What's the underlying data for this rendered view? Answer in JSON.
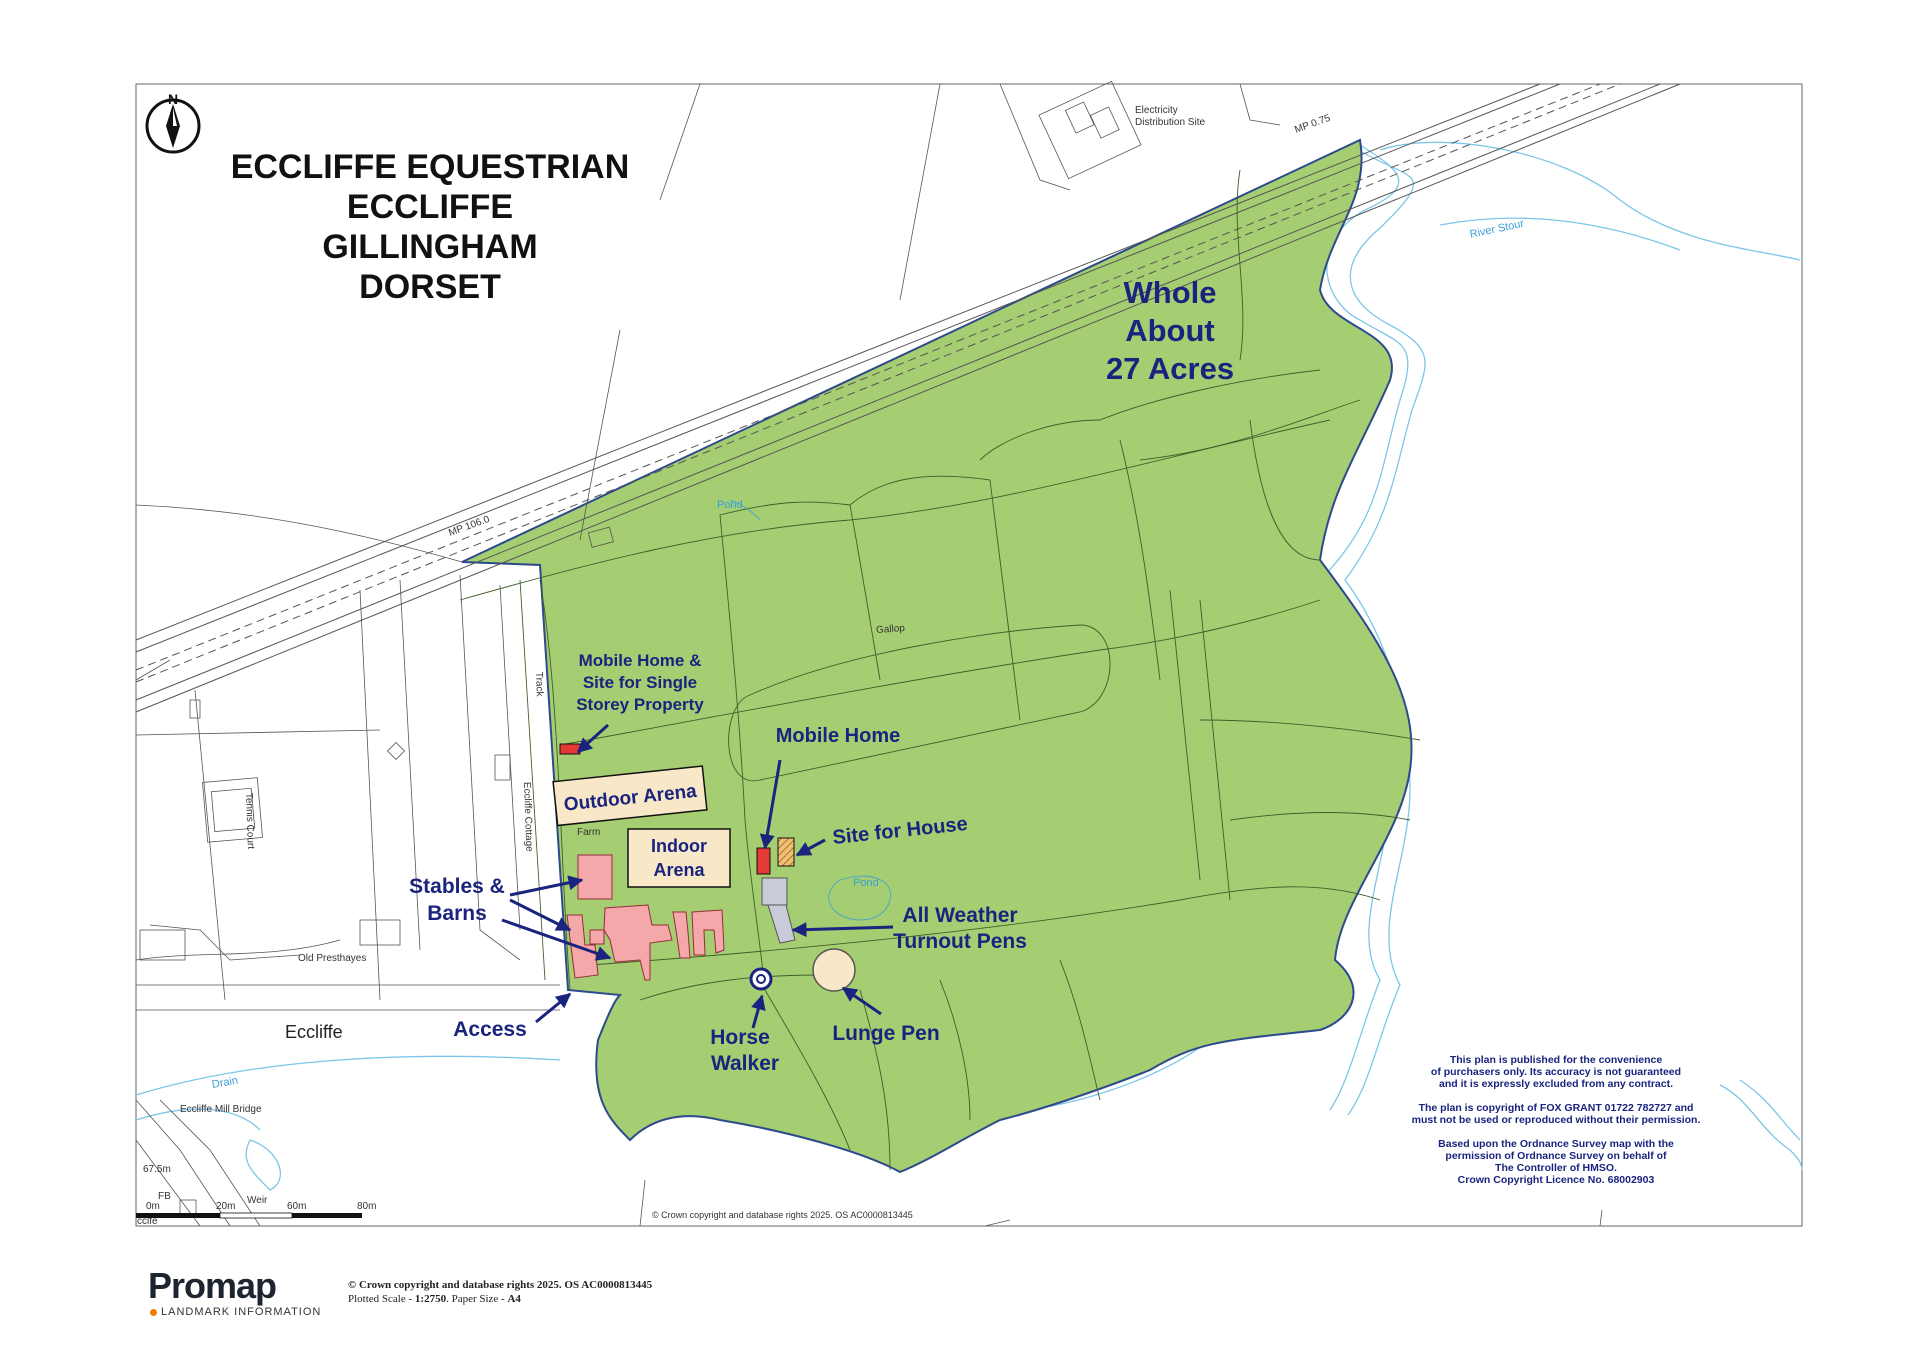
{
  "title_lines": [
    "ECCLIFFE EQUESTRIAN",
    "ECCLIFFE",
    "GILLINGHAM",
    "DORSET"
  ],
  "area": [
    "Whole",
    "About",
    "27 Acres"
  ],
  "compass": "N",
  "labels": {
    "mobile_home_site": [
      "Mobile Home &",
      "Site for Single",
      "Storey Property"
    ],
    "mobile_home": "Mobile Home",
    "outdoor_arena": "Outdoor Arena",
    "indoor_arena": [
      "Indoor",
      "Arena"
    ],
    "site_for_house": "Site for House",
    "stables": [
      "Stables &",
      "Barns"
    ],
    "all_weather": [
      "All Weather",
      "Turnout Pens"
    ],
    "access": "Access",
    "horse_walker": [
      "Horse",
      "Walker"
    ],
    "lunge_pen": "Lunge Pen"
  },
  "os": {
    "eccliffe": "Eccliffe",
    "eccliffe_mill_bridge": "Eccliffe Mill Bridge",
    "old_presthayes": "Old Presthayes",
    "tennis_court": "Tennis Court",
    "eccliffe_cottage": "Eccliffe Cottage",
    "farm": "Farm",
    "track": "Track",
    "gallop": "Gallop",
    "pond1": "Pond",
    "pond2": "Pond",
    "river_stour": "River Stour",
    "drain": "Drain",
    "elec": [
      "Electricity",
      "Distribution Site"
    ],
    "mp1": "MP 106.0",
    "mp2": "MP 0.75",
    "spot_height": "67.5m",
    "weir": "Weir",
    "fb": "FB",
    "cliffe": "cclfe",
    "scale_ticks": [
      "0m",
      "20m",
      "60m",
      "80m"
    ],
    "crown_inline": "© Crown copyright and database rights 2025. OS AC0000813445"
  },
  "notice": [
    "This plan is published for the convenience",
    "of purchasers only.  Its accuracy is not guaranteed",
    "and it is expressly excluded from any contract.",
    "",
    "The plan is copyright of FOX GRANT 01722 782727  and",
    "must not be used or reproduced without their permission.",
    "",
    "Based upon the Ordnance Survey map with the",
    "permission of Ordnance Survey on behalf of",
    "The Controller of HMSO.",
    "Crown Copyright Licence No. 68002903"
  ],
  "footer": {
    "logo": "Promap",
    "logo_sub": "LANDMARK INFORMATION",
    "crown": "© Crown copyright and database rights 2025. OS AC0000813445",
    "scale_prefix": "Plotted Scale - ",
    "scale_value": "1:2750",
    "paper_prefix": ". Paper Size - ",
    "paper_value": "A4"
  },
  "colors": {
    "land": "#a5cd72",
    "boundary": "#2c4a8c",
    "label": "#1a237e",
    "building": "#f4a8aa",
    "arena": "#f8e8c8",
    "river": "#7cc6e8",
    "pen": "#c8ccd8"
  }
}
